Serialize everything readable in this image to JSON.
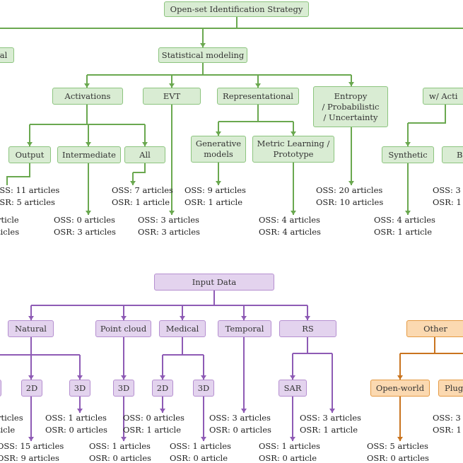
{
  "colors": {
    "green": "#6aa84f",
    "purple": "#8e5bb5",
    "orange": "#c9741f"
  },
  "top": {
    "root": "Open-set Identification Strategy",
    "left_cut": "al",
    "stat": "Statistical modeling",
    "activations": "Activations",
    "evt": "EVT",
    "representational": "Representational",
    "entropy": [
      "Entropy",
      "/ Probabilistic",
      "/ Uncertainty"
    ],
    "acti_cut": "w/ Acti",
    "output": "Output",
    "intermediate": "Intermediate",
    "all": "All",
    "generative": [
      "Generative",
      "models"
    ],
    "metric": [
      "Metric Learning /",
      "Prototype"
    ],
    "synthetic": "Synthetic",
    "b_cut": "B"
  },
  "top_stats": {
    "output": [
      "OSS: 11 articles",
      "OSR: 5 articles"
    ],
    "left_low": [
      "rticle",
      "ticles"
    ],
    "intermediate": [
      "OSS: 0 articles",
      "OSR: 3 articles"
    ],
    "all": [
      "OSS: 7 articles",
      "OSR: 1 article"
    ],
    "evt": [
      "OSS: 3 articles",
      "OSR: 3 articles"
    ],
    "generative": [
      "OSS: 9 articles",
      "OSR: 1 article"
    ],
    "metric": [
      "OSS: 4 articles",
      "OSR: 4 articles"
    ],
    "entropy": [
      "OSS: 20 articles",
      "OSR: 10 articles"
    ],
    "synthetic": [
      "OSS: 4 articles",
      "OSR: 1 article"
    ],
    "right_cut": [
      "OSS: 3",
      "OSR: 1"
    ]
  },
  "bottom": {
    "root": "Input Data",
    "natural": "Natural",
    "pointcloud": "Point cloud",
    "medical": "Medical",
    "temporal": "Temporal",
    "rs": "RS",
    "other": "Other",
    "nat_2d": "2D",
    "nat_3d": "3D",
    "pc_3d": "3D",
    "med_2d": "2D",
    "med_3d": "3D",
    "sar": "SAR",
    "openworld": "Open-world",
    "plug_cut": "Plug"
  },
  "bottom_stats": {
    "left_mid": [
      "rticles",
      "ticle"
    ],
    "nat_3d": [
      "OSS: 1 articles",
      "OSR: 0 articles"
    ],
    "nat_2d": [
      "OSS: 15 articles",
      "OSR: 9 articles"
    ],
    "pc_3d": [
      "OSS: 1 articles",
      "OSR: 0 articles"
    ],
    "med_2d": [
      "OSS: 0 articles",
      "OSR: 1 article"
    ],
    "med_3d": [
      "OSS: 1 articles",
      "OSR: 0 article"
    ],
    "temporal": [
      "OSS: 3 articles",
      "OSR: 0 articles"
    ],
    "rs_right": [
      "OSS: 3 articles",
      "OSR: 1 article"
    ],
    "sar": [
      "OSS: 1 articles",
      "OSR: 0 article"
    ],
    "openworld": [
      "OSS: 5 articles",
      "OSR: 0 articles"
    ],
    "right_cut": [
      "OSS: 3",
      "OSR: 1"
    ]
  }
}
